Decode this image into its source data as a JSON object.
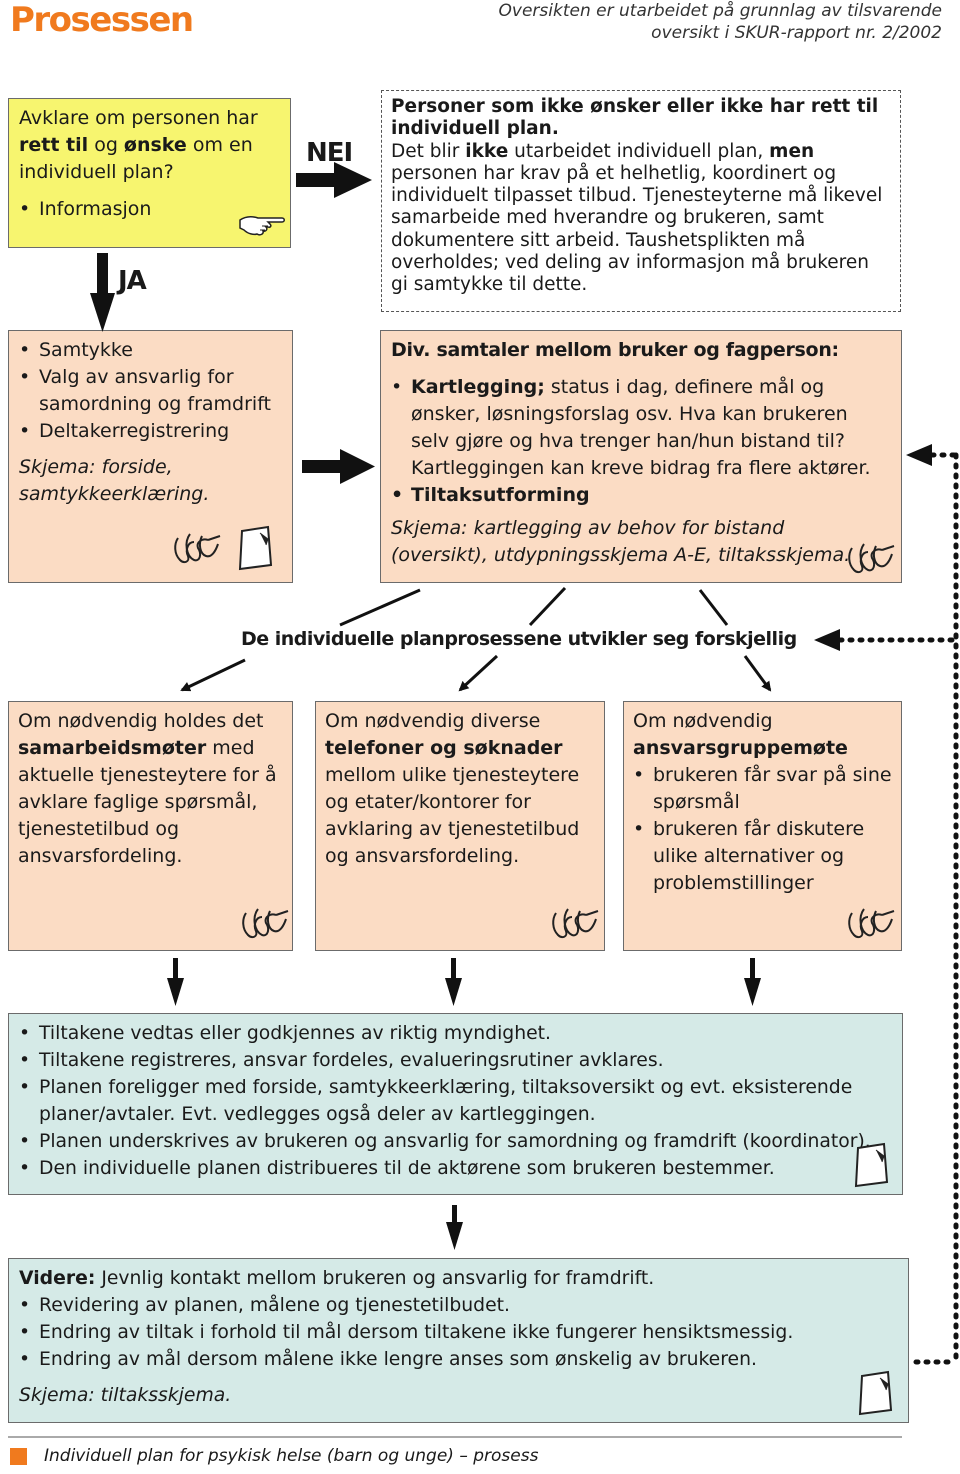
{
  "header": {
    "title": "Prosessen",
    "subtitle_line1": "Oversikten er utarbeidet på grunnlag av tilsvarende",
    "subtitle_line2": "oversikt i SKUR-rapport nr. 2/2002"
  },
  "colors": {
    "brand_orange": "#f07a1e",
    "yellow_box": "#f7f56f",
    "peach_box": "#fbdcc4",
    "teal_box": "#d5eae7"
  },
  "box_avklare": {
    "line1": "Avklare om personen har",
    "bold1": "rett til",
    "mid": " og ",
    "bold2": "ønske",
    "tail": " om en",
    "line3": "individuell plan?",
    "bullet": "Informasjon",
    "icon": "pointing-hand-icon"
  },
  "labels": {
    "nei": "NEI",
    "ja": "JA"
  },
  "box_nei": {
    "title": "Personer som ikke ønsker eller ikke har rett til individuell plan.",
    "t1": "Det blir ",
    "b1": "ikke",
    "t2": " utarbeidet individuell plan, ",
    "b2": "men",
    "t3": " personen har krav på et helhetlig, koordinert og individuelt tilpasset tilbud. Tjenesteyterne må likevel samarbeide med hverandre og brukeren, samt dokumentere sitt arbeid. Taushetsplikten må overholdes; ved deling av informasjon må brukeren gi samtykke til dette."
  },
  "box_samtykke": {
    "bullets": [
      "Samtykke",
      "Valg av ansvarlig for samordning og framdrift",
      "Deltakerregistrering"
    ],
    "skjema": "Skjema: forside, samtykkeerklæring.",
    "icons": [
      "conversation-icon",
      "document-icon"
    ]
  },
  "box_samtaler": {
    "title": "Div. samtaler mellom bruker og fagperson:",
    "b1_bold": "Kartlegging;",
    "b1_text": " status i dag, definere mål og ønsker, løsningsforslag osv. Hva kan brukeren selv gjøre og hva trenger han/hun bistand til? Kartleggingen kan kreve bidrag fra flere aktører.",
    "b2_bold": "Tiltaksutforming",
    "skjema": "Skjema: kartlegging av behov for bistand (oversikt), utdypningsskjema A-E, tiltaksskjema.",
    "icon": "conversation-icon"
  },
  "banner": "De individuelle planprosessene utvikler seg forskjellig",
  "box_samarbeid": {
    "t1": "Om nødvendig holdes det ",
    "b1": "samarbeidsmøter",
    "t2": " med aktuelle tjenesteytere for å avklare faglige spørsmål, tjenestetilbud og ansvarsfordeling.",
    "icon": "conversation-icon"
  },
  "box_telefoner": {
    "t1": "Om nødvendig diverse ",
    "b1": "telefoner og søknader",
    "t2": " mellom ulike tjenesteytere og etater/kontorer for avklaring av tjenestetilbud og ansvarsfordeling.",
    "icon": "conversation-icon"
  },
  "box_ansvar": {
    "t1": "Om nødvendig",
    "b1": "ansvarsgruppemøte",
    "bullets": [
      "brukeren får svar på sine spørsmål",
      "brukeren får diskutere ulike alternativer og problemstillinger"
    ],
    "icon": "conversation-icon"
  },
  "box_tiltak": {
    "bullets": [
      "Tiltakene vedtas eller godkjennes av riktig myndighet.",
      "Tiltakene registreres, ansvar fordeles, evalueringsrutiner avklares.",
      "Planen foreligger med forside, samtykkeerklæring, tiltaksoversikt og evt. eksisterende planer/avtaler. Evt. vedlegges også deler av kartleggingen.",
      "Planen underskrives av brukeren og ansvarlig for samordning og framdrift (koordinator).",
      "Den individuelle planen distribueres til de aktørene som brukeren bestemmer."
    ],
    "icon": "document-icon"
  },
  "box_videre": {
    "label": "Videre:",
    "text": " Jevnlig kontakt mellom brukeren og ansvarlig for framdrift.",
    "bullets": [
      "Revidering av planen, målene og tjenestetilbudet.",
      "Endring av tiltak i forhold til mål dersom tiltakene ikke fungerer hensiktsmessig.",
      "Endring av mål dersom målene ikke lengre anses som ønskelig av brukeren."
    ],
    "skjema": "Skjema: tiltaksskjema.",
    "icon": "document-icon"
  },
  "footer": {
    "text": "Individuell plan for psykisk helse (barn og unge) – prosess"
  }
}
